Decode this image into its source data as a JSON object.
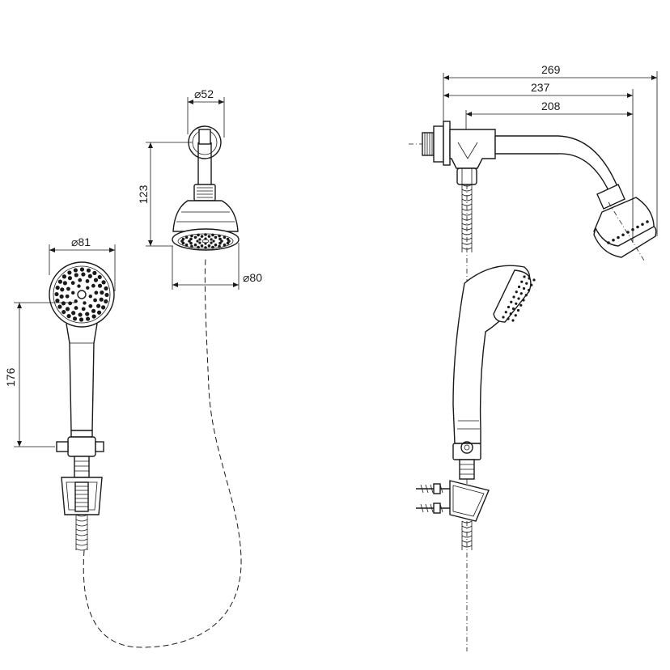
{
  "dimensions": {
    "head_diameter": "⌀52",
    "head_face_diameter": "⌀80",
    "head_height": "123",
    "hand_shower_diameter": "⌀81",
    "hand_shower_height": "176",
    "projection_total": "269",
    "projection_mid": "237",
    "projection_short": "208"
  }
}
